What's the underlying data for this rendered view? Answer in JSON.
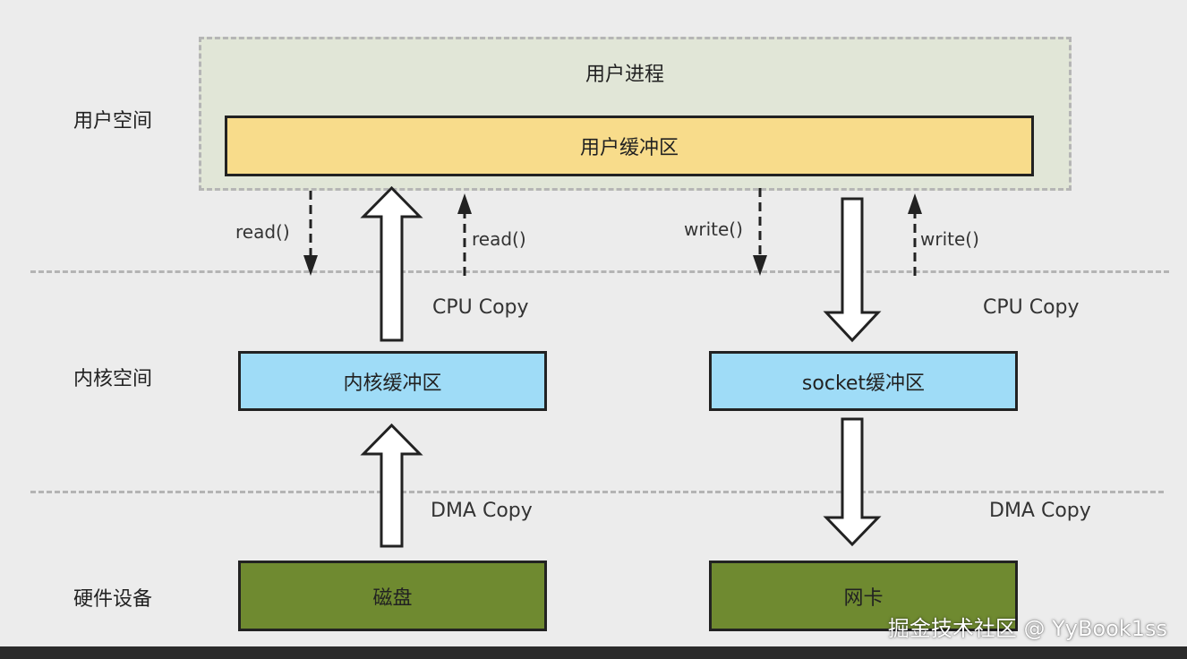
{
  "zones": {
    "user_space": "用户空间",
    "kernel_space": "内核空间",
    "hardware": "硬件设备"
  },
  "user_process": {
    "title": "用户进程",
    "buffer": "用户缓冲区"
  },
  "kernel": {
    "kernel_buffer": "内核缓冲区",
    "socket_buffer": "socket缓冲区"
  },
  "hardware": {
    "disk": "磁盘",
    "nic": "网卡"
  },
  "calls": {
    "read_down": "read()",
    "read_up": "read()",
    "write_down": "write()",
    "write_up": "write()"
  },
  "copies": {
    "cpu_left": "CPU Copy",
    "cpu_right": "CPU Copy",
    "dma_left": "DMA Copy",
    "dma_right": "DMA Copy"
  },
  "watermark": "掘金技术社区 @ YyBook1ss",
  "colors": {
    "user_process_bg": "#e1e6d7",
    "user_buffer": "#f8dc8b",
    "kernel_box": "#9fdcf7",
    "hardware_box": "#6f8a30"
  }
}
